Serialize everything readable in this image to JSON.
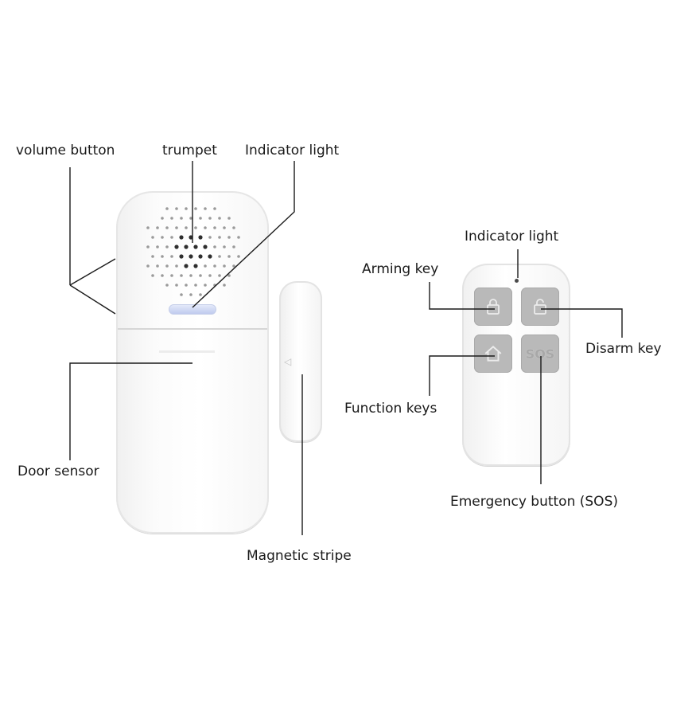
{
  "labels": {
    "volume_button": "volume button",
    "trumpet": "trumpet",
    "indicator_light_alarm": "Indicator light",
    "door_sensor": "Door sensor",
    "magnetic_stripe": "Magnetic stripe",
    "indicator_light_remote": "Indicator light",
    "arming_key": "Arming key",
    "disarm_key": "Disarm key",
    "function_keys": "Function keys",
    "emergency_button": "Emergency button (SOS)"
  },
  "remote_buttons": {
    "sos_text": "SOS",
    "icons": [
      "lock-closed-icon",
      "lock-open-icon",
      "home-icon",
      "sos-icon"
    ]
  },
  "colors": {
    "device_body": "#ffffff",
    "remote_button": "#b9b9b9",
    "led": "#c6d2f2",
    "leader_line": "#1a1a1a"
  }
}
